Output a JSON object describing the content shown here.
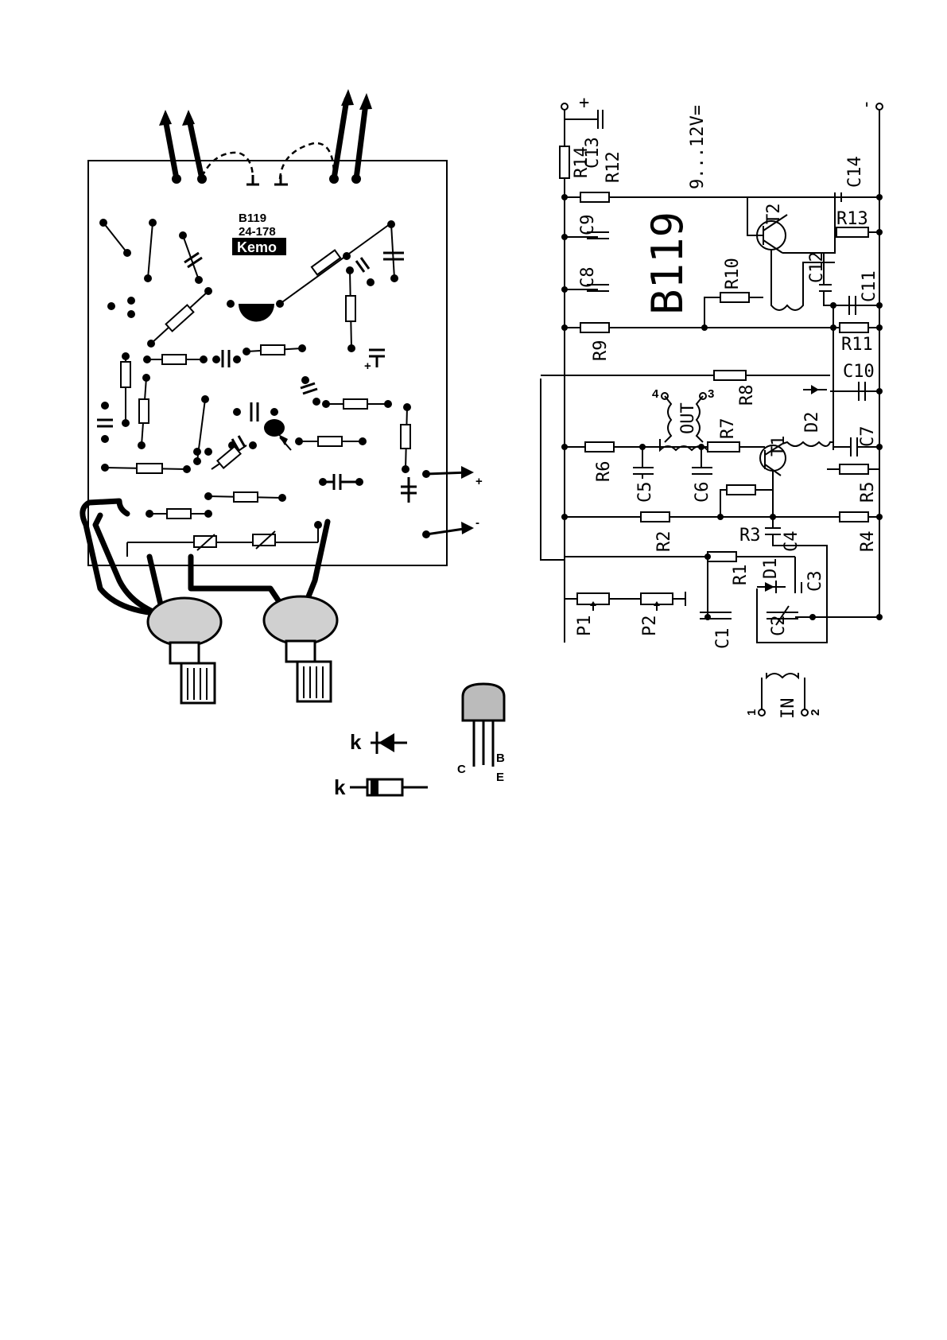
{
  "pcb": {
    "model": "B119",
    "code": "24-178",
    "brand": "Kemo",
    "plus_label": "+",
    "minus_label": "-"
  },
  "legend": {
    "diode_cathode": "k",
    "diode_body_cathode": "k",
    "transistor_pins": {
      "c": "C",
      "b": "B",
      "e": "E"
    }
  },
  "schematic": {
    "title": "B119",
    "supply": "9...12V=",
    "plus": "+",
    "minus": "-",
    "labels": {
      "R1": "R1",
      "R2": "R2",
      "R3": "R3",
      "R4": "R4",
      "R5": "R5",
      "R6": "R6",
      "R7": "R7",
      "R8": "R8",
      "R9": "R9",
      "R10": "R10",
      "R11": "R11",
      "R12": "R12",
      "R13": "R13",
      "R14": "R14",
      "C1": "C1",
      "C2": "C2",
      "C3": "C3",
      "C4": "C4",
      "C5": "C5",
      "C6": "C6",
      "C7": "C7",
      "C8": "C8",
      "C9": "C9",
      "C10": "C10",
      "C11": "C11",
      "C12": "C12",
      "C13": "C13",
      "C14": "C14",
      "D1": "D1",
      "D2": "D2",
      "T1": "T1",
      "T2": "T2",
      "P1": "P1",
      "P2": "P2",
      "OUT": "OUT",
      "IN": "IN",
      "out_pin_3": "3",
      "out_pin_4": "4",
      "in_pin_1": "1",
      "in_pin_2": "2"
    }
  }
}
